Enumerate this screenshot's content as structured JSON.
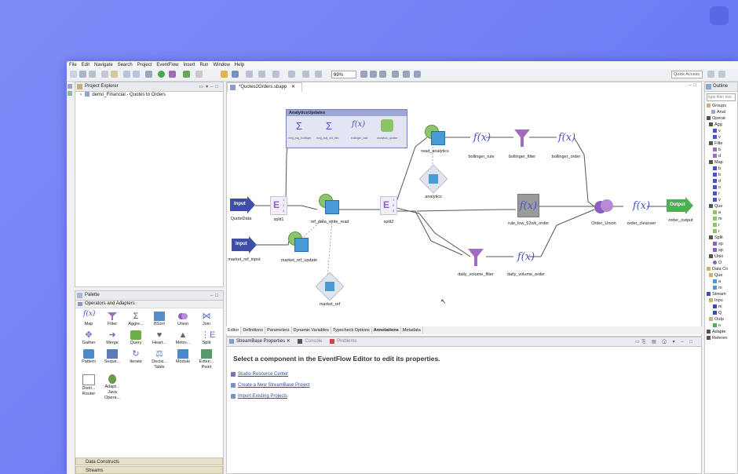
{
  "menu": [
    "File",
    "Edit",
    "Navigate",
    "Search",
    "Project",
    "EventFlow",
    "Insert",
    "Run",
    "Window",
    "Help"
  ],
  "toolbar": {
    "zoom": "99%",
    "quick_access": "Quick Access"
  },
  "project_explorer": {
    "title": "Project Explorer",
    "item": "demo_Financial - Quotes to Orders"
  },
  "editor": {
    "tab": "*Quotes2Orders.sbapp"
  },
  "canvas": {
    "group_title": "AnalyticsUpdates",
    "group_labels": [
      "mvg_avg_bollinger",
      "mvg_avg_std_dev",
      "bollinger_calc",
      "analytics_update"
    ],
    "nodes": {
      "quote_data": "QuoteData",
      "input_text_1": "Input",
      "split1": "split1",
      "ref_data_write_read": "ref_data_write_read",
      "split2": "split2",
      "read_analytics": "read_analytics",
      "analytics": "analytics",
      "bollinger_rule": "bollinger_rule",
      "bollinger_filter": "bollinger_filter",
      "bollinger_order": "bollinger_order",
      "rule_low": "rule_low_52wk_order",
      "order_union": "Order_Union",
      "order_cleanser": "order_cleanser",
      "order_output": "order_output",
      "output_text": "Output",
      "market_ref_input": "market_ref_input",
      "input_text_2": "Input",
      "market_ref_update": "market_ref_update",
      "market_ref": "market_ref",
      "daily_volume_filter": "daily_volume_filter",
      "daily_volume_order": "daily_volume_order",
      "split_ports": [
        "1",
        "2",
        "3"
      ],
      "fx": "f(x)"
    }
  },
  "editor_subtabs": [
    "Editor",
    "Definitions",
    "Parameters",
    "Dynamic Variables",
    "Typecheck Options",
    "Annotations",
    "Metadata"
  ],
  "palette": {
    "title": "Palette",
    "section": "Operators and Adapters",
    "items": [
      "Map",
      "Filter",
      "Aggre...",
      "BSort",
      "Union",
      "Join",
      "Gather",
      "Merge",
      "Query",
      "Heart...",
      "Metro...",
      "Split",
      "Pattern",
      "Seque...",
      "Iterate",
      "Decisi... Table",
      "Module",
      "Exten... Point",
      "Distri... Router",
      "Adapt... Java Opera..."
    ],
    "drawers": [
      "Data Constructs",
      "Streams"
    ]
  },
  "properties": {
    "tabs": [
      "StreamBase Properties",
      "Console",
      "Problems"
    ],
    "heading": "Select a component in the EventFlow Editor to edit its properties.",
    "links": [
      "Studio Resource Center",
      "Create a New StreamBase Project",
      "Import Existing Projects"
    ]
  },
  "outline": {
    "title": "Outline",
    "filter_placeholder": "type filter text",
    "rows": [
      "Groups",
      "Anal",
      "Operat",
      "Agg",
      "v",
      "v",
      "Filte",
      "b",
      "d",
      "Map",
      "b",
      "b",
      "d",
      "o",
      "r",
      "v",
      "Que",
      "a",
      "m",
      "r",
      "r",
      "Split",
      "sp",
      "sp",
      "Unio",
      "O",
      "Data Co",
      "Que",
      "a",
      "m",
      "Stream",
      "Inpu",
      "m",
      "Q",
      "Outp",
      "o",
      "Adapte",
      "Referen"
    ]
  },
  "colors": {
    "background": "#7584f5",
    "accent": "#4a52c8",
    "input_arrow": "#3f4fa8",
    "output_arrow": "#4caf50",
    "group_header": "#9ca6d6"
  }
}
